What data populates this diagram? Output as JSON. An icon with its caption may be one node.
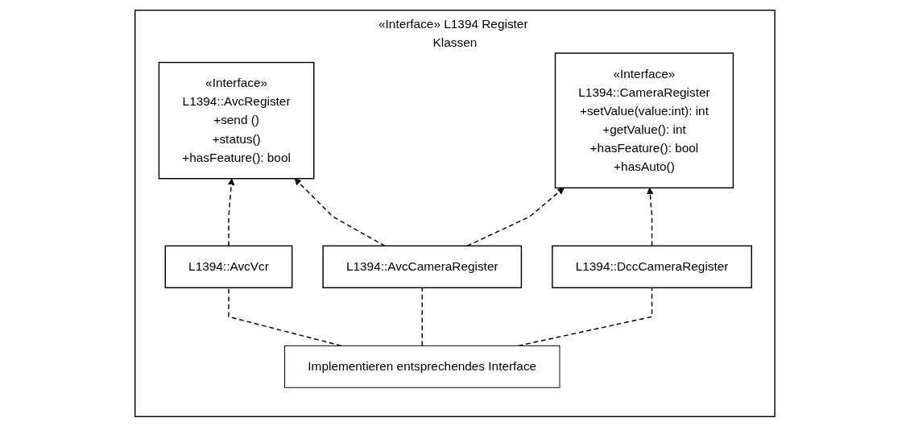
{
  "diagram": {
    "nodes": [
      {
        "text": [
          "«Interface» L1394 Register Klassen"
        ]
      },
      {
        "text": [
          "«Interface»",
          "L1394::AvcRegister",
          "+send ()",
          "+status()",
          "+hasFeature(): bool"
        ],
        "in": 0
      },
      {
        "text": [
          "«Interface»",
          "L1394::CameraRegister",
          "+setValue(value:int): int",
          "+getValue(): int",
          "+hasFeature(): bool",
          "+hasAuto()"
        ],
        "in": 0
      },
      {
        "text": [
          "L1394::AvcVcr"
        ],
        "in": 0
      },
      {
        "text": [
          "L1394::AvcCameraRegister"
        ],
        "in": 0
      },
      {
        "text": [
          "L1394::DccCameraRegister"
        ],
        "in": 0
      },
      {
        "text": [
          "Implementieren entsprechendes Interface"
        ],
        "in": 0
      }
    ],
    "edges": [
      {
        "from": 3,
        "to": 1,
        "arrow": "to",
        "style": "dashed"
      },
      {
        "from": 4,
        "to": 1,
        "arrow": "to",
        "style": "dashed"
      },
      {
        "from": 4,
        "to": 2,
        "arrow": "to",
        "style": "dashed"
      },
      {
        "from": 5,
        "to": 2,
        "arrow": "to",
        "style": "dashed"
      },
      {
        "from": 6,
        "to": 3,
        "arrow": "none",
        "style": "dashed"
      },
      {
        "from": 6,
        "to": 4,
        "arrow": "none",
        "style": "dashed"
      },
      {
        "from": 6,
        "to": 5,
        "arrow": "none",
        "style": "dashed"
      }
    ]
  }
}
